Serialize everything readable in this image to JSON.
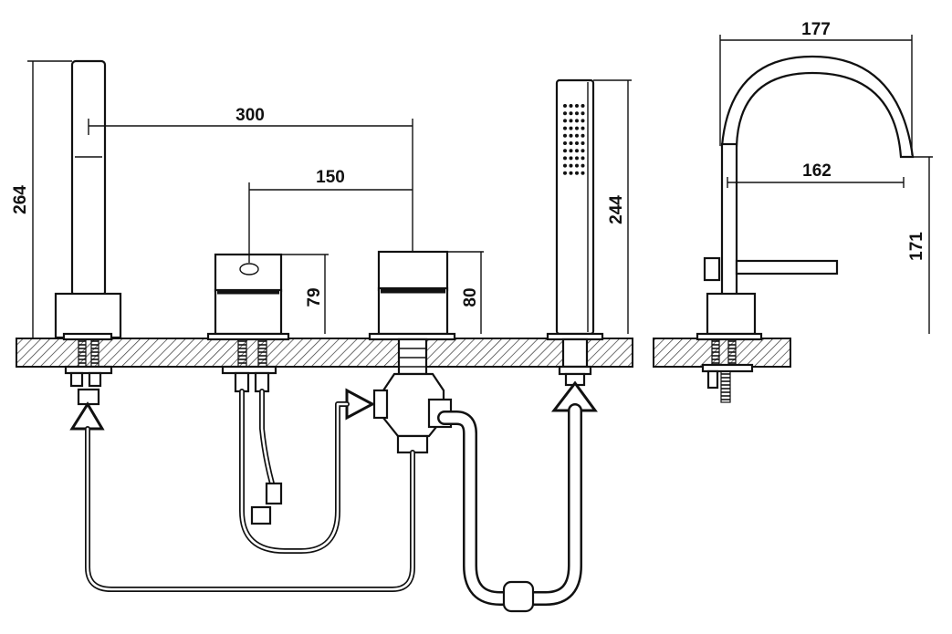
{
  "dimensions": {
    "spout_height": "264",
    "spout_to_mixer_spacing": "300",
    "valve_spacing": "150",
    "left_valve_height": "79",
    "right_valve_height": "80",
    "shower_handle_height": "244",
    "side_spout_reach": "177",
    "side_spout_outlet_reach": "162",
    "side_spout_outlet_height": "171"
  },
  "colors": {
    "line": "#111111",
    "hatch": "#333333",
    "paper": "#ffffff"
  }
}
